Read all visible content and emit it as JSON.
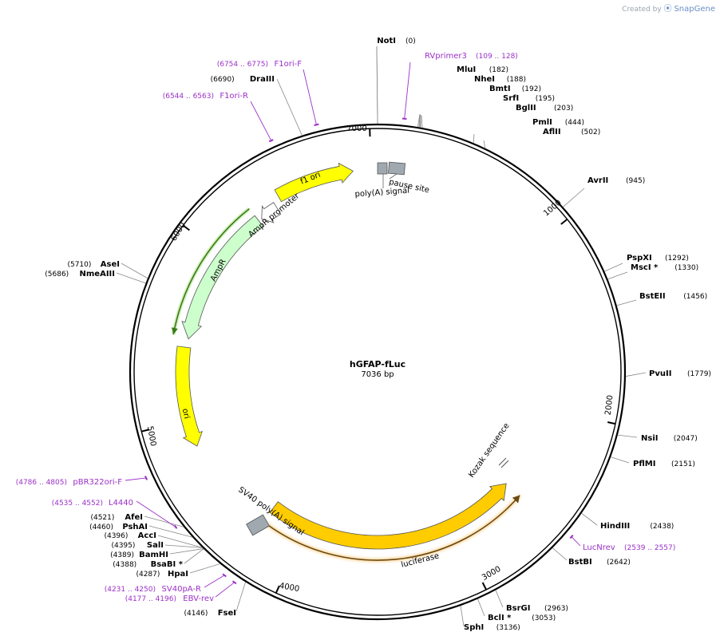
{
  "credit": {
    "prefix": "Created by",
    "brand": "SnapGene"
  },
  "plasmid": {
    "name": "hGFAP-fLuc",
    "size_label": "7036 bp",
    "length": 7036
  },
  "ticks": [
    {
      "bp": 1000,
      "label": "1000"
    },
    {
      "bp": 2000,
      "label": "2000"
    },
    {
      "bp": 3000,
      "label": "3000"
    },
    {
      "bp": 4000,
      "label": "4000"
    },
    {
      "bp": 5000,
      "label": "5000"
    },
    {
      "bp": 6000,
      "label": "6000"
    },
    {
      "bp": 7000,
      "label": "7000"
    }
  ],
  "enzymes": [
    {
      "name": "NotI",
      "pos": "(0)",
      "bp": 0
    },
    {
      "name": "MluI",
      "pos": "(182)",
      "bp": 182
    },
    {
      "name": "NheI",
      "pos": "(188)",
      "bp": 188
    },
    {
      "name": "BmtI",
      "pos": "(192)",
      "bp": 192
    },
    {
      "name": "SrfI",
      "pos": "(195)",
      "bp": 195
    },
    {
      "name": "BglII",
      "pos": "(203)",
      "bp": 203
    },
    {
      "name": "PmlI",
      "pos": "(444)",
      "bp": 444
    },
    {
      "name": "AflII",
      "pos": "(502)",
      "bp": 502
    },
    {
      "name": "AvrII",
      "pos": "(945)",
      "bp": 945
    },
    {
      "name": "PspXI",
      "pos": "(1292)",
      "bp": 1292
    },
    {
      "name": "MscI *",
      "pos": "(1330)",
      "bp": 1330
    },
    {
      "name": "BstEII",
      "pos": "(1456)",
      "bp": 1456
    },
    {
      "name": "PvuII",
      "pos": "(1779)",
      "bp": 1779
    },
    {
      "name": "NsiI",
      "pos": "(2047)",
      "bp": 2047
    },
    {
      "name": "PflMI",
      "pos": "(2151)",
      "bp": 2151
    },
    {
      "name": "HindIII",
      "pos": "(2438)",
      "bp": 2438
    },
    {
      "name": "BstBI",
      "pos": "(2642)",
      "bp": 2642
    },
    {
      "name": "BsrGI",
      "pos": "(2963)",
      "bp": 2963
    },
    {
      "name": "BclI *",
      "pos": "(3053)",
      "bp": 3053
    },
    {
      "name": "SphI",
      "pos": "(3136)",
      "bp": 3136
    },
    {
      "name": "FseI",
      "pos": "(4146)",
      "bp": 4146
    },
    {
      "name": "HpaI",
      "pos": "(4287)",
      "bp": 4287
    },
    {
      "name": "BsaBI *",
      "pos": "(4388)",
      "bp": 4388
    },
    {
      "name": "BamHI",
      "pos": "(4389)",
      "bp": 4389
    },
    {
      "name": "SalI",
      "pos": "(4395)",
      "bp": 4395
    },
    {
      "name": "AccI",
      "pos": "(4396)",
      "bp": 4396
    },
    {
      "name": "PshAI",
      "pos": "(4460)",
      "bp": 4460
    },
    {
      "name": "AfeI",
      "pos": "(4521)",
      "bp": 4521
    },
    {
      "name": "NmeAIII",
      "pos": "(5686)",
      "bp": 5686
    },
    {
      "name": "AseI",
      "pos": "(5710)",
      "bp": 5710
    },
    {
      "name": "DraIII",
      "pos": "(6690)",
      "bp": 6690
    }
  ],
  "primers": [
    {
      "name": "RVprimer3",
      "range": "(109 .. 128)",
      "start": 109,
      "end": 128
    },
    {
      "name": "LucNrev",
      "range": "(2539 .. 2557)",
      "start": 2539,
      "end": 2557
    },
    {
      "name": "EBV-rev",
      "range": "(4177 .. 4196)",
      "start": 4177,
      "end": 4196
    },
    {
      "name": "SV40pA-R",
      "range": "(4231 .. 4250)",
      "start": 4231,
      "end": 4250
    },
    {
      "name": "L4440",
      "range": "(4535 .. 4552)",
      "start": 4535,
      "end": 4552
    },
    {
      "name": "pBR322ori-F",
      "range": "(4786 .. 4805)",
      "start": 4786,
      "end": 4805
    },
    {
      "name": "F1ori-R",
      "range": "(6544 .. 6563)",
      "start": 6544,
      "end": 6563
    },
    {
      "name": "F1ori-F",
      "range": "(6754 .. 6775)",
      "start": 6754,
      "end": 6775
    }
  ],
  "features": [
    {
      "label": "f1 ori",
      "color": "#ffff00"
    },
    {
      "label": "AmpR promoter",
      "color": "#ffffff"
    },
    {
      "label": "AmpR",
      "color": "#ccffcc"
    },
    {
      "label": "ori",
      "color": "#ffff00"
    },
    {
      "label": "luciferase",
      "color": "#ffcc00"
    },
    {
      "label": "SV40 poly(A) signal",
      "color": "#a0a8b0"
    },
    {
      "label": "pause site",
      "color": "#a0a8b0"
    },
    {
      "label": "poly(A) signal",
      "color": "#a0a8b0"
    },
    {
      "label": "Kozak sequence",
      "color": "#ffffff"
    }
  ],
  "colors": {
    "backbone": "#000000",
    "primer": "#9b30c8",
    "enzyme_line": "#888888",
    "orf_outline": "#c8903a",
    "ampr_orf": "#3a7a1a"
  }
}
